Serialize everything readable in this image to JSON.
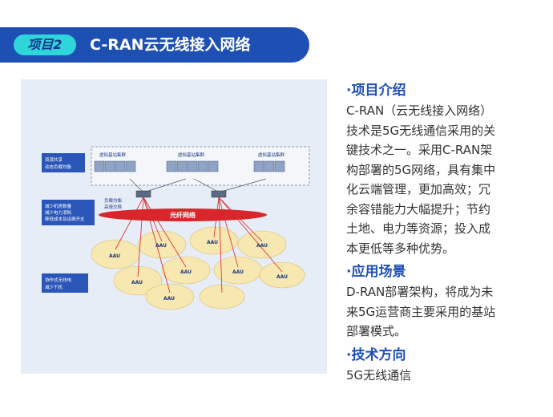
{
  "header": {
    "badge": "项目2",
    "title": "C-RAN云无线接入网络"
  },
  "diagram": {
    "side_labels": [
      {
        "line1": "资源共享",
        "line2": "动态负载均衡"
      },
      {
        "line1": "减少机房数量",
        "line2": "减少电力消耗",
        "line3": "降低成本及运维开支"
      },
      {
        "line1": "协作式无线电",
        "line2": "减少干扰"
      }
    ],
    "clusters": [
      "虚拟基站集群",
      "虚拟基站集群",
      "虚拟基站集群"
    ],
    "switch_label_1": "负载均衡",
    "switch_label_2": "高速交换",
    "fiber_label": "光纤网络",
    "aau_label": "AAU"
  },
  "sections": [
    {
      "title": "·项目介绍",
      "lines": [
        "C-RAN（云无线接入网络）",
        "技术是5G无线通信采用的关",
        "键技术之一。采用C-RAN架",
        "构部署的5G网络，具有集中",
        "化云端管理，更加高效；冗",
        "余容错能力大幅提升；节约",
        "土地、电力等资源；投入成",
        "本更低等多种优势。"
      ]
    },
    {
      "title": "·应用场景",
      "lines": [
        "D-RAN部署架构，将成为未",
        "来5G运营商主要采用的基站",
        "部署模式。"
      ]
    },
    {
      "title": "·技术方向",
      "lines": [
        "5G无线通信"
      ]
    }
  ],
  "colors": {
    "primary": "#1e50b4",
    "badge_bg": "#2fd6d9",
    "fiber_red": "#d9262b",
    "cell_fill": "#f7e7b0"
  }
}
